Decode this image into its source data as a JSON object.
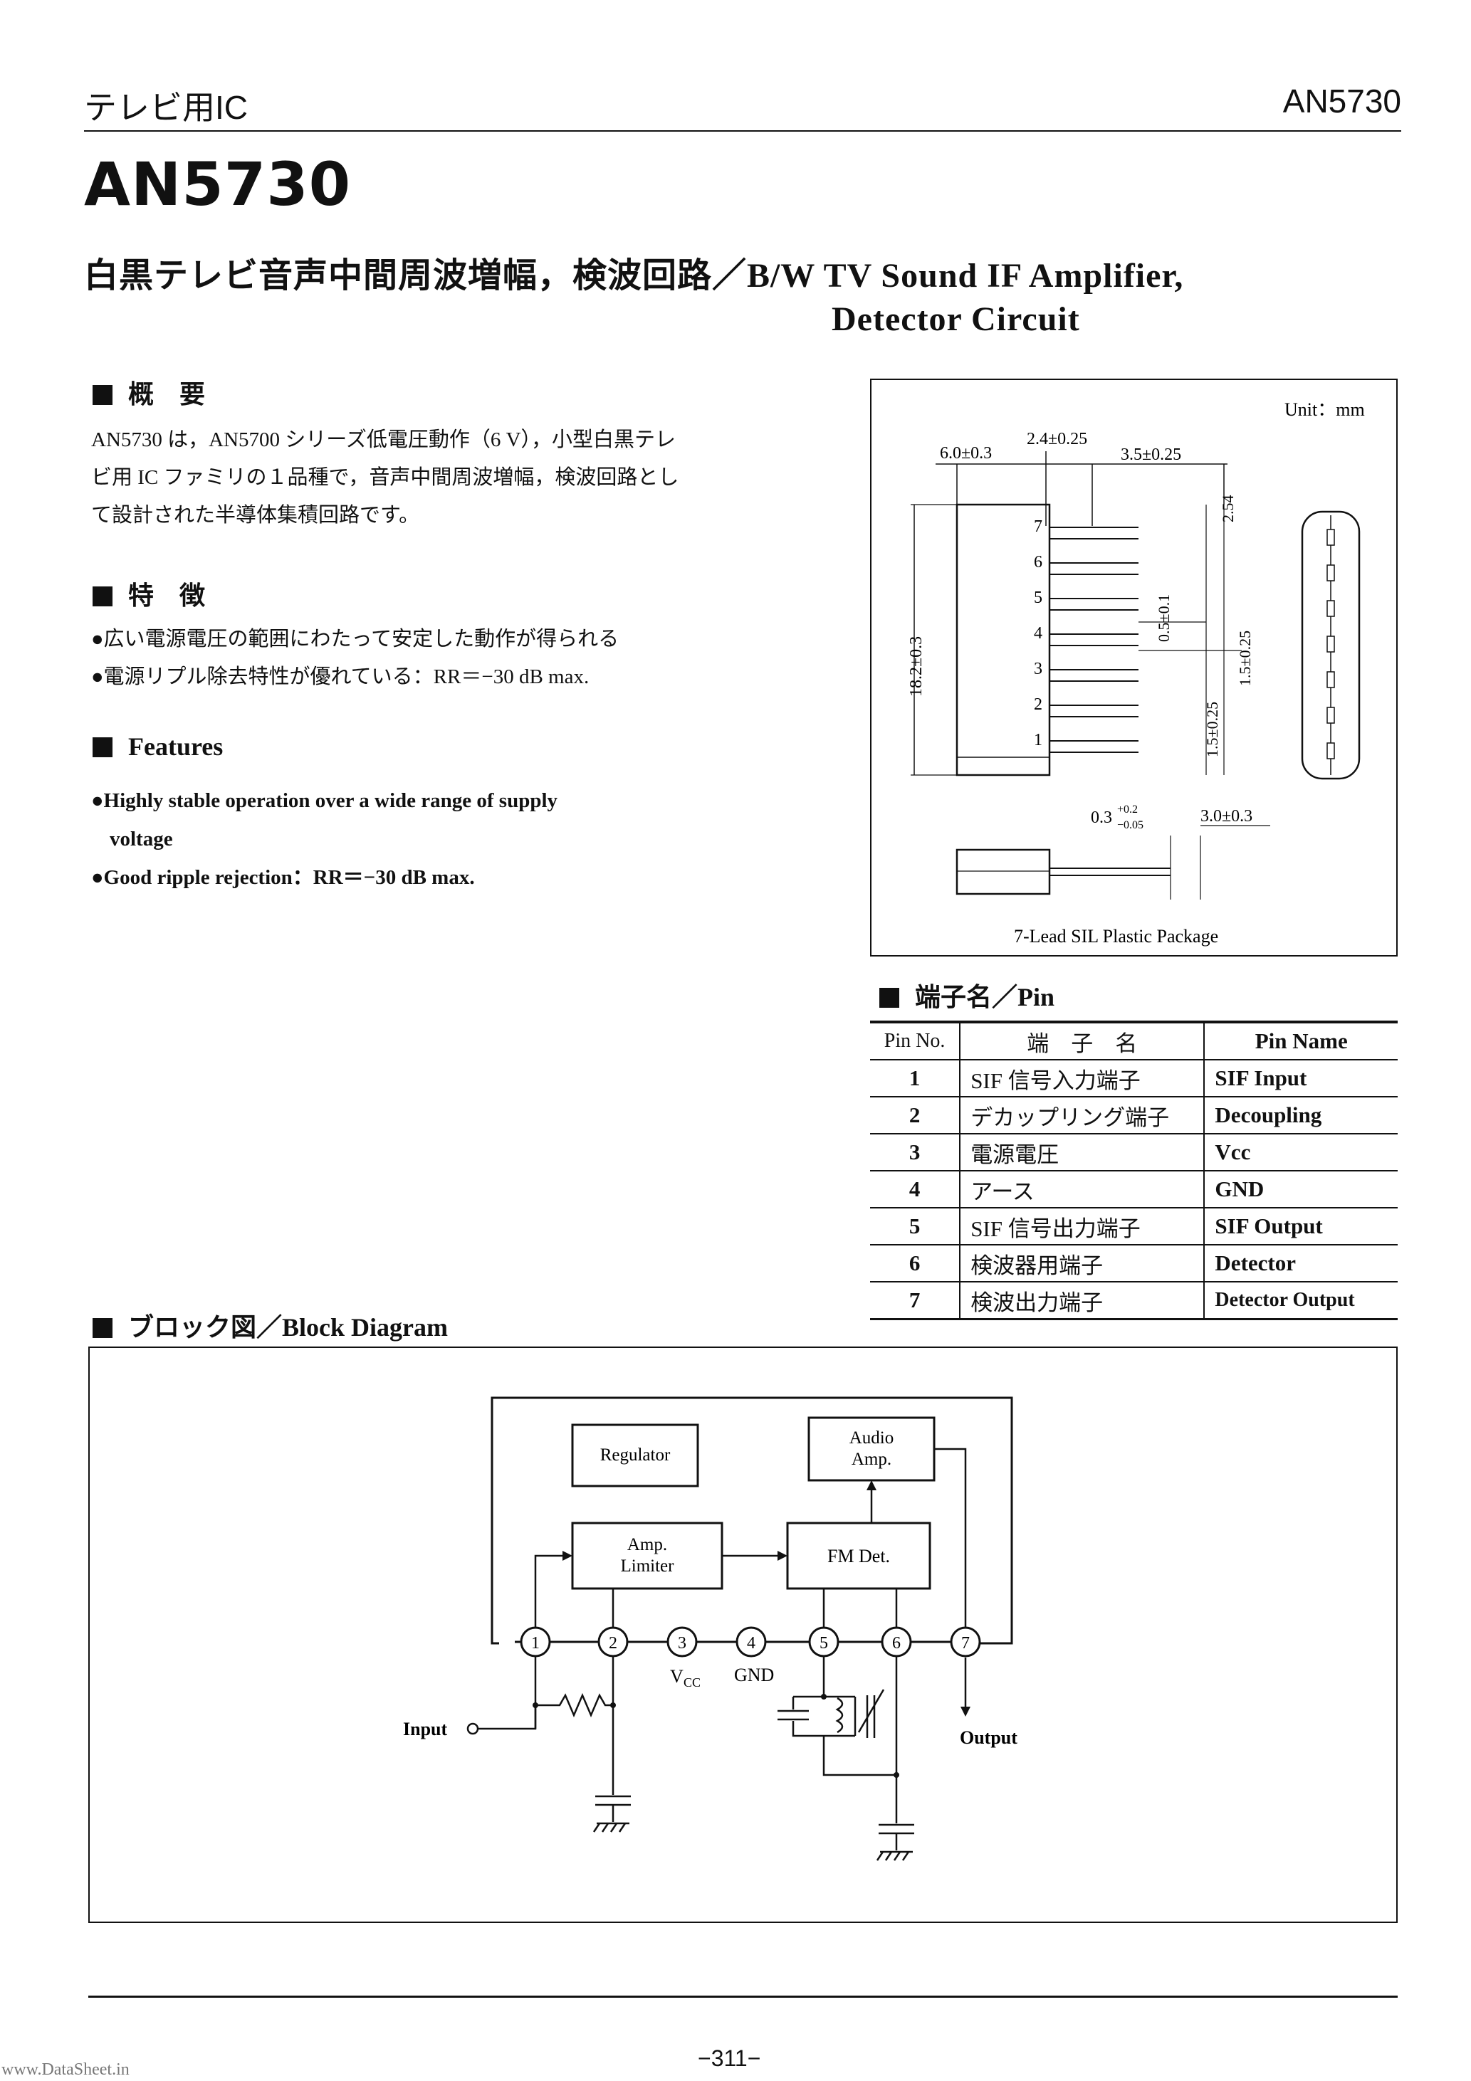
{
  "header": {
    "left": "テレビ用IC",
    "right": "AN5730"
  },
  "title": "AN5730",
  "subtitle": {
    "line1": "白黒テレビ音声中間周波増幅，検波回路／B/W TV Sound IF Amplifier,",
    "line2": "Detector Circuit"
  },
  "overview": {
    "heading": "概　要",
    "lines": [
      "AN5730 は，AN5700 シリーズ低電圧動作（6 V），小型白黒テレ",
      "ビ用 IC ファミリの１品種で，音声中間周波増幅，検波回路とし",
      "て設計された半導体集積回路です。"
    ]
  },
  "features_jp": {
    "heading": "特　徴",
    "items": [
      "●広い電源電圧の範囲にわたって安定した動作が得られる",
      "●電源リプル除去特性が優れている：RR＝−30 dB max."
    ]
  },
  "features_en": {
    "heading": "Features",
    "items": [
      "●Highly stable operation over a wide range of supply",
      "voltage",
      "●Good ripple rejection：RR＝−30 dB max."
    ]
  },
  "package": {
    "unit": "Unit：mm",
    "caption": "7-Lead SIL Plastic Package",
    "dims": {
      "d1": "6.0±0.3",
      "d2": "2.4±0.25",
      "d3": "3.5±0.25",
      "d4": "2.54",
      "d5": "0.5±0.1",
      "d6": "1.5±0.25",
      "d7": "1.5±0.25",
      "d8": "18.2±0.3",
      "d9": "0.3",
      "d9sup": "+0.2",
      "d9sub": "−0.05",
      "d10": "3.0±0.3"
    },
    "pin_labels": [
      "7",
      "6",
      "5",
      "4",
      "3",
      "2",
      "1"
    ]
  },
  "pin_table": {
    "heading": "端子名／Pin",
    "columns": [
      "Pin No.",
      "端　子　名",
      "Pin Name"
    ],
    "rows": [
      [
        "1",
        "SIF 信号入力端子",
        "SIF Input"
      ],
      [
        "2",
        "デカップリング端子",
        "Decoupling"
      ],
      [
        "3",
        "電源電圧",
        "Vcc"
      ],
      [
        "4",
        "アース",
        "GND"
      ],
      [
        "5",
        "SIF 信号出力端子",
        "SIF Output"
      ],
      [
        "6",
        "検波器用端子",
        "Detector"
      ],
      [
        "7",
        "検波出力端子",
        "Detector Output"
      ]
    ]
  },
  "block_diagram": {
    "heading": "ブロック図／Block Diagram",
    "regulator": "Regulator",
    "audio_amp": [
      "Audio",
      "Amp."
    ],
    "amp_limiter": [
      "Amp.",
      "Limiter"
    ],
    "fm_det": "FM Det.",
    "pins": [
      "1",
      "2",
      "3",
      "4",
      "5",
      "6",
      "7"
    ],
    "vcc": "V",
    "vcc_sub": "CC",
    "gnd": "GND",
    "input": "Input",
    "output": "Output"
  },
  "footer": {
    "page": "−311−",
    "watermark": "www.DataSheet.in"
  }
}
